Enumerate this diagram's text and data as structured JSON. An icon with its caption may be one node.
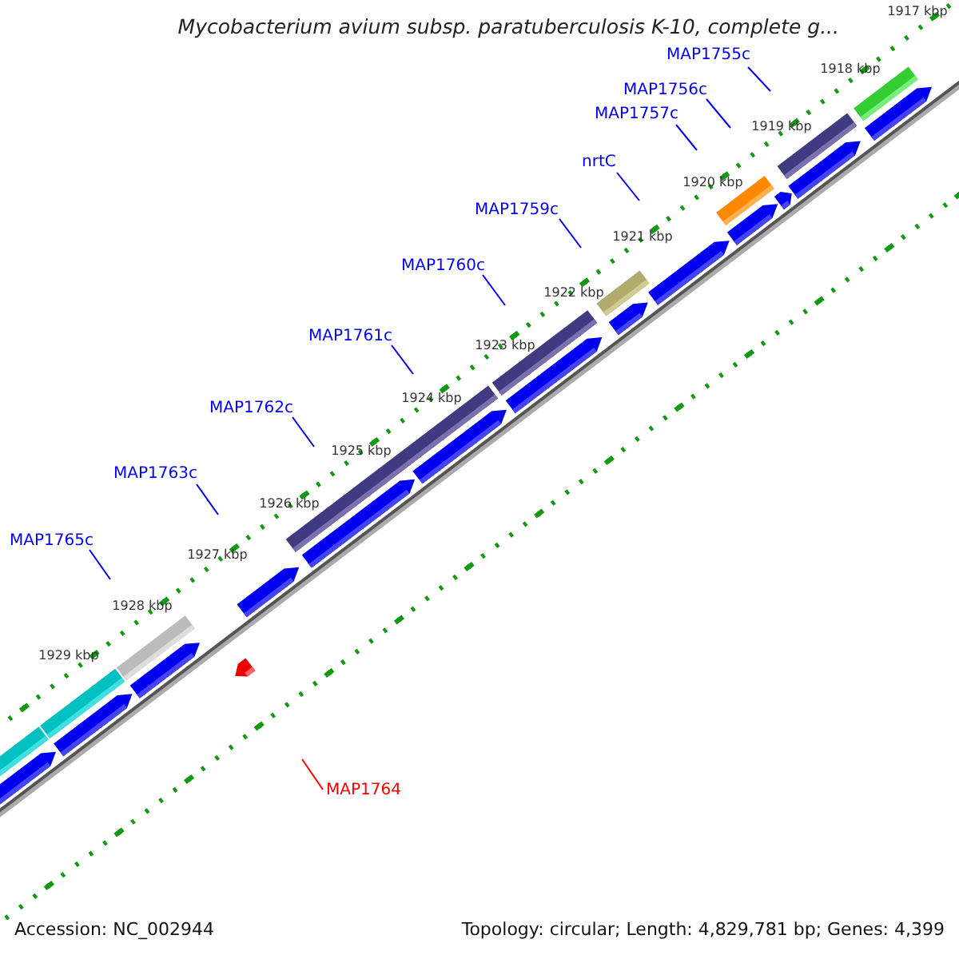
{
  "diagram": {
    "title": "Mycobacterium avium subsp. paratuberculosis K-10, complete g...",
    "nodes": [
      {
        "text": [
          "MAP1755c"
        ]
      },
      {
        "text": [
          "MAP1756c"
        ]
      },
      {
        "text": [
          "MAP1757c"
        ]
      },
      {
        "text": [
          "nrtC"
        ]
      },
      {
        "text": [
          "MAP1759c"
        ]
      },
      {
        "text": [
          "MAP1760c"
        ]
      },
      {
        "text": [
          "MAP1761c"
        ]
      },
      {
        "text": [
          "MAP1762c"
        ]
      },
      {
        "text": [
          "MAP1763c"
        ]
      },
      {
        "text": [
          "MAP1765c"
        ]
      },
      {
        "text": [
          "MAP1764"
        ]
      }
    ],
    "edges": [
      {
        "from": 0,
        "to": null,
        "arrow": "none"
      },
      {
        "from": 1,
        "to": null,
        "arrow": "none"
      },
      {
        "from": 2,
        "to": null,
        "arrow": "none"
      },
      {
        "from": 3,
        "to": null,
        "arrow": "none"
      },
      {
        "from": 4,
        "to": null,
        "arrow": "none"
      },
      {
        "from": 5,
        "to": null,
        "arrow": "none"
      },
      {
        "from": 6,
        "to": null,
        "arrow": "none"
      },
      {
        "from": 7,
        "to": null,
        "arrow": "none"
      },
      {
        "from": 8,
        "to": null,
        "arrow": "none"
      },
      {
        "from": 9,
        "to": null,
        "arrow": "none"
      },
      {
        "from": 10,
        "to": null,
        "arrow": "none",
        "color": "#ff0000"
      }
    ],
    "labels": [
      "1917 kbp",
      "1918 kbp",
      "1919 kbp",
      "1920 kbp",
      "1921 kbp",
      "1922 kbp",
      "1923 kbp",
      "1924 kbp",
      "1925 kbp",
      "1926 kbp",
      "1927 kbp",
      "1928 kbp",
      "1929 kbp",
      "Accession: NC_002944",
      "Topology: circular; Length: 4,829,781 bp; Genes: 4,399"
    ]
  }
}
